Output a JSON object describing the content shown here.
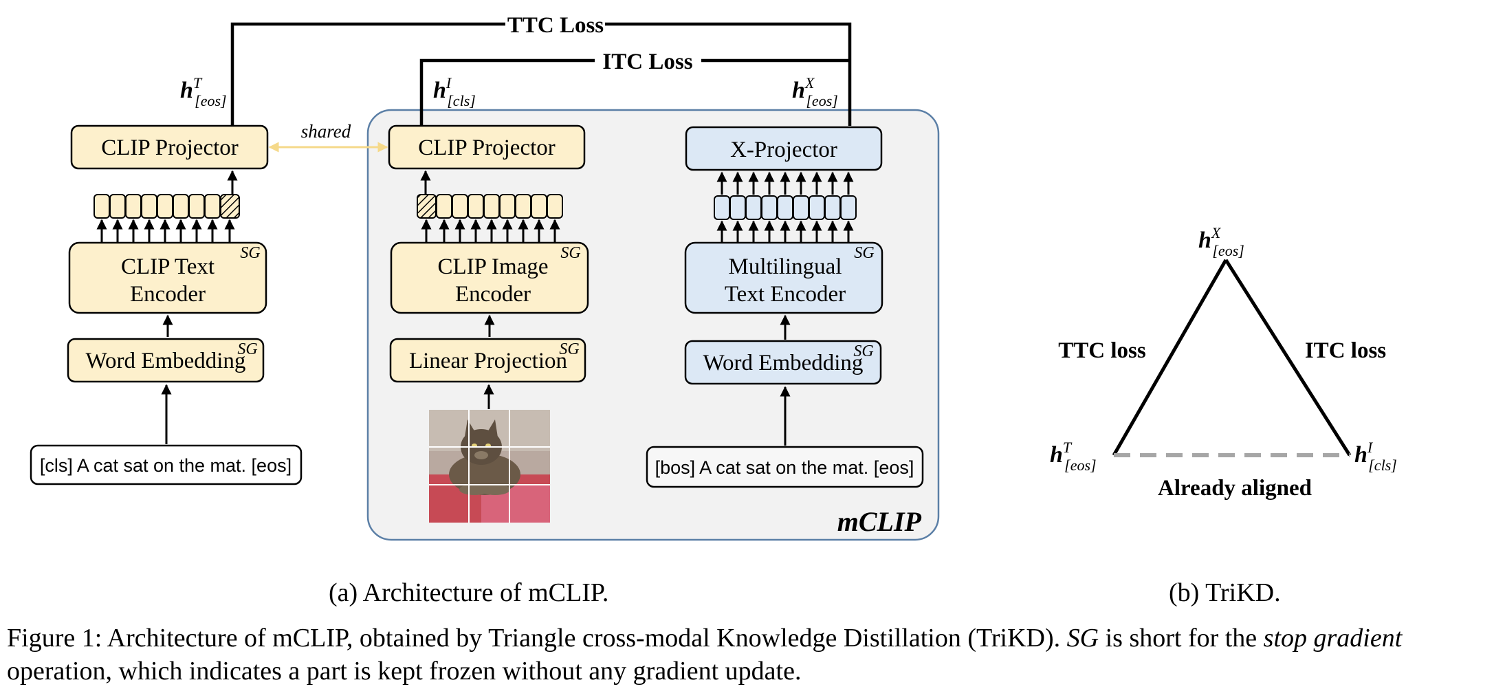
{
  "loss_labels": {
    "ttc": "TTC Loss",
    "itc": "ITC Loss"
  },
  "shared_label": "shared",
  "sg_label": "SG",
  "features": {
    "text": {
      "base": "h",
      "sup": "T",
      "sub": "[eos]"
    },
    "image": {
      "base": "h",
      "sup": "I",
      "sub": "[cls]"
    },
    "multi": {
      "base": "h",
      "sup": "X",
      "sub": "[eos]"
    }
  },
  "left_column": {
    "projector": "CLIP Projector",
    "encoder_line1": "CLIP Text",
    "encoder_line2": "Encoder",
    "embedding": "Word Embedding",
    "input": "[cls] A cat sat on the mat. [eos]"
  },
  "middle_column": {
    "projector": "CLIP Projector",
    "encoder_line1": "CLIP Image",
    "encoder_line2": "Encoder",
    "projection": "Linear Projection"
  },
  "right_column": {
    "projector": "X-Projector",
    "encoder_line1": "Multilingual",
    "encoder_line2": "Text Encoder",
    "embedding": "Word Embedding",
    "input": "[bos] A cat sat on the mat. [eos]"
  },
  "mclip_label": "mCLIP",
  "triangle": {
    "left_edge": "TTC loss",
    "right_edge": "ITC loss",
    "bottom_edge": "Already aligned"
  },
  "subcaption_a": "(a) Architecture of mCLIP.",
  "subcaption_b": "(b) TriKD.",
  "caption": {
    "p1": "Figure 1: Architecture of mCLIP, obtained by Triangle cross-modal Knowledge Distillation (TriKD). ",
    "i1": "SG",
    "p2": " is short for the ",
    "i2": "stop gradient",
    "p3": " operation, which indicates a part is kept frozen without any gradient update."
  },
  "colors": {
    "clip_fill": "#fdf0cc",
    "multi_fill": "#dce8f5",
    "mclip_fill": "#f2f2f2",
    "mclip_border": "#5b7fa6",
    "shared_arrow": "#f5d98a",
    "aligned_dash": "#a6a6a6"
  }
}
